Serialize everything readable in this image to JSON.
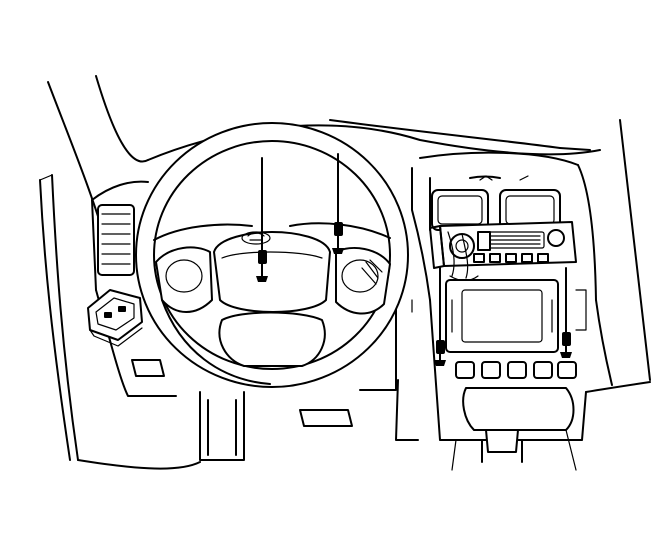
{
  "figure": {
    "kind": "line-drawing",
    "subject": "vehicle-dashboard-steering-wheel-airbag-fasteners",
    "line_color": "#000000",
    "background": "#ffffff",
    "callout_fasteners": 4
  }
}
